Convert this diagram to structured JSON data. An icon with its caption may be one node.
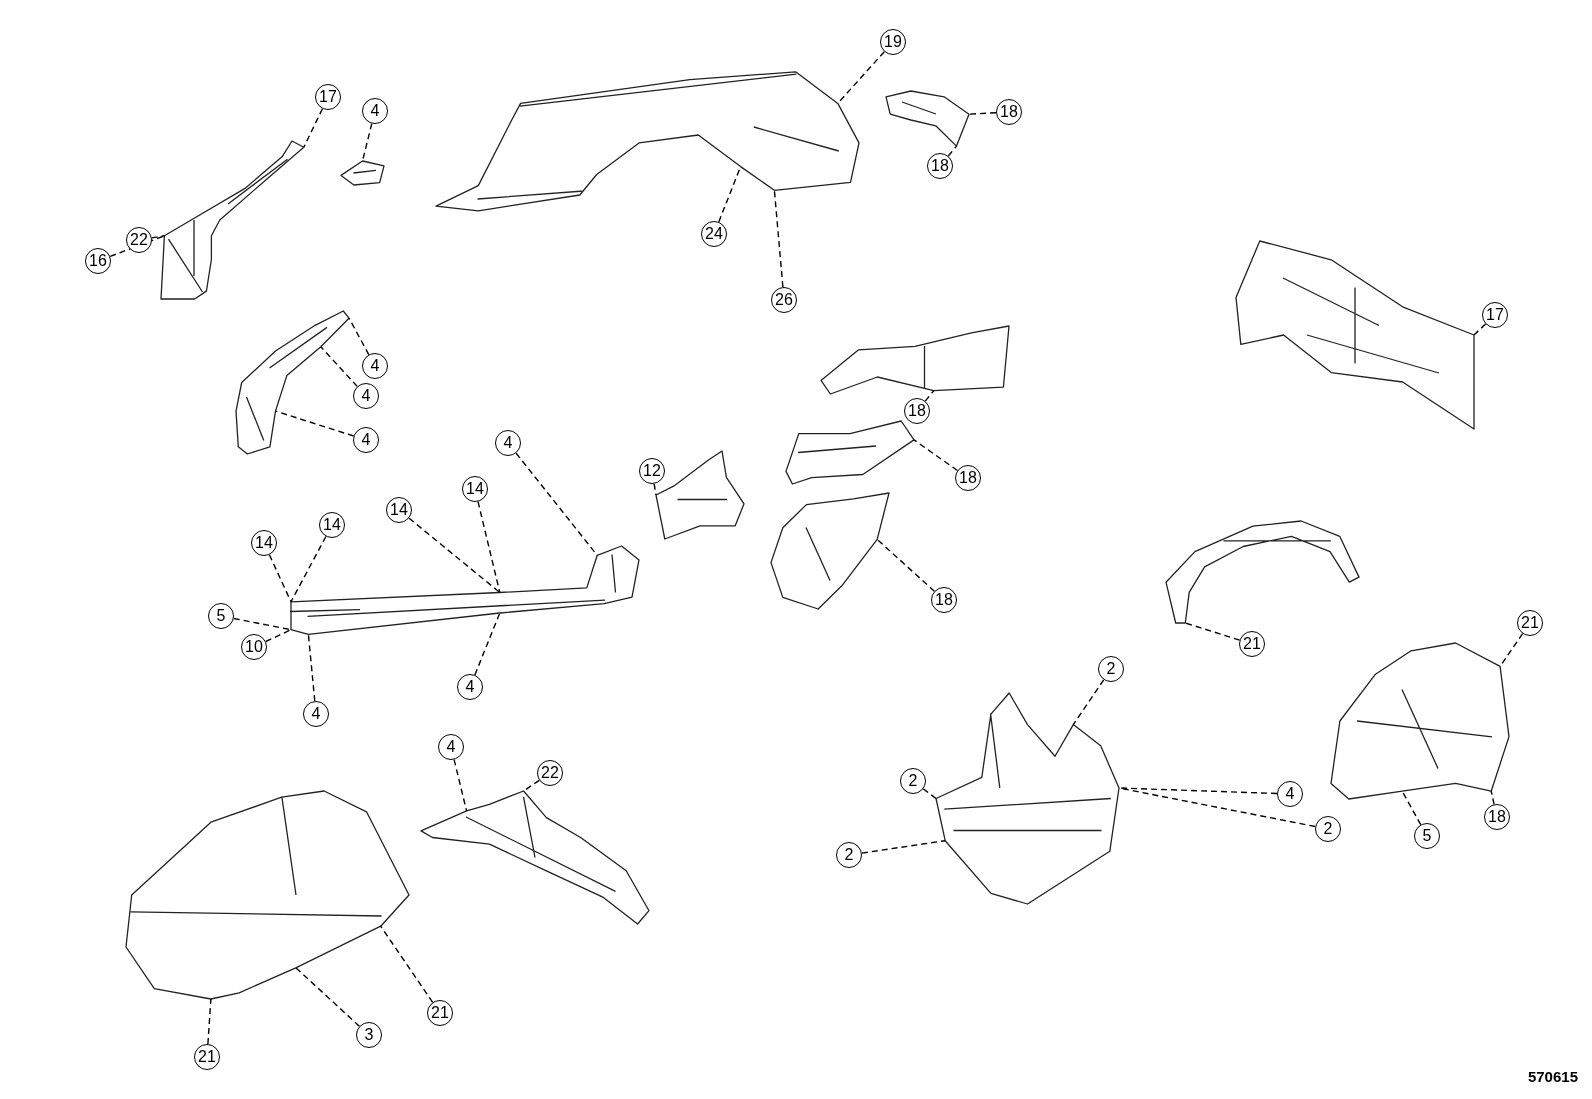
{
  "diagram": {
    "nodes": [
      {
        "text": [],
        "shape": "picture"
      },
      {
        "text": [],
        "shape": "picture"
      },
      {
        "text": [],
        "shape": "picture"
      },
      {
        "text": [],
        "shape": "picture"
      },
      {
        "text": [],
        "shape": "picture"
      },
      {
        "text": [],
        "shape": "picture"
      },
      {
        "text": [],
        "shape": "picture"
      },
      {
        "text": [],
        "shape": "picture"
      },
      {
        "text": [],
        "shape": "picture"
      },
      {
        "text": [],
        "shape": "picture"
      },
      {
        "text": [],
        "shape": "picture"
      },
      {
        "text": [],
        "shape": "picture"
      },
      {
        "text": [],
        "shape": "picture"
      },
      {
        "text": [],
        "shape": "picture"
      },
      {
        "text": [],
        "shape": "picture"
      },
      {
        "text": [],
        "shape": "picture"
      },
      {
        "text": [
          "17"
        ]
      },
      {
        "text": [
          "4"
        ]
      },
      {
        "text": [
          "22"
        ]
      },
      {
        "text": [
          "16"
        ]
      },
      {
        "text": [
          "19"
        ]
      },
      {
        "text": [
          "18"
        ]
      },
      {
        "text": [
          "18"
        ]
      },
      {
        "text": [
          "24"
        ]
      },
      {
        "text": [
          "26"
        ]
      },
      {
        "text": [
          "17"
        ]
      },
      {
        "text": [
          "4"
        ]
      },
      {
        "text": [
          "4"
        ]
      },
      {
        "text": [
          "4"
        ]
      },
      {
        "text": [
          "18"
        ]
      },
      {
        "text": [
          "4"
        ]
      },
      {
        "text": [
          "12"
        ]
      },
      {
        "text": [
          "14"
        ]
      },
      {
        "text": [
          "18"
        ]
      },
      {
        "text": [
          "14"
        ]
      },
      {
        "text": [
          "14"
        ]
      },
      {
        "text": [
          "14"
        ]
      },
      {
        "text": [
          "18"
        ]
      },
      {
        "text": [
          "5"
        ]
      },
      {
        "text": [
          "10"
        ]
      },
      {
        "text": [
          "21"
        ]
      },
      {
        "text": [
          "21"
        ]
      },
      {
        "text": [
          "2"
        ]
      },
      {
        "text": [
          "4"
        ]
      },
      {
        "text": [
          "4"
        ]
      },
      {
        "text": [
          "4"
        ]
      },
      {
        "text": [
          "22"
        ]
      },
      {
        "text": [
          "2"
        ]
      },
      {
        "text": [
          "4"
        ]
      },
      {
        "text": [
          "18"
        ]
      },
      {
        "text": [
          "2"
        ]
      },
      {
        "text": [
          "2"
        ]
      },
      {
        "text": [
          "5"
        ]
      },
      {
        "text": [
          "21"
        ]
      },
      {
        "text": [
          "3"
        ]
      },
      {
        "text": [
          "21"
        ]
      }
    ],
    "edges": [
      {
        "from": 16,
        "to": 0,
        "arrow": "none",
        "style": "dashed"
      },
      {
        "from": 17,
        "to": 1,
        "arrow": "none",
        "style": "dashed"
      },
      {
        "from": 18,
        "to": 0,
        "arrow": "none",
        "style": "dashed"
      },
      {
        "from": 19,
        "to": 0,
        "arrow": "none",
        "style": "dashed"
      },
      {
        "from": 20,
        "to": 3,
        "arrow": "none",
        "style": "dashed"
      },
      {
        "from": 21,
        "to": 4,
        "arrow": "none",
        "style": "dashed"
      },
      {
        "from": 22,
        "to": 4,
        "arrow": "none",
        "style": "dashed"
      },
      {
        "from": 23,
        "to": 3,
        "arrow": "none",
        "style": "dashed"
      },
      {
        "from": 24,
        "to": 3,
        "arrow": "none",
        "style": "dashed"
      },
      {
        "from": 25,
        "to": 5,
        "arrow": "none",
        "style": "dashed"
      },
      {
        "from": 26,
        "to": 2,
        "arrow": "none",
        "style": "dashed"
      },
      {
        "from": 27,
        "to": 2,
        "arrow": "none",
        "style": "dashed"
      },
      {
        "from": 28,
        "to": 2,
        "arrow": "none",
        "style": "dashed"
      },
      {
        "from": 29,
        "to": 6,
        "arrow": "none",
        "style": "dashed"
      },
      {
        "from": 30,
        "to": 9,
        "arrow": "none",
        "style": "dashed"
      },
      {
        "from": 31,
        "to": 10,
        "arrow": "none",
        "style": "dashed"
      },
      {
        "from": 32,
        "to": 9,
        "arrow": "none",
        "style": "dashed"
      },
      {
        "from": 33,
        "to": 7,
        "arrow": "none",
        "style": "dashed"
      },
      {
        "from": 34,
        "to": 9,
        "arrow": "none",
        "style": "dashed"
      },
      {
        "from": 35,
        "to": 9,
        "arrow": "none",
        "style": "dashed"
      },
      {
        "from": 36,
        "to": 9,
        "arrow": "none",
        "style": "dashed"
      },
      {
        "from": 37,
        "to": 8,
        "arrow": "none",
        "style": "dashed"
      },
      {
        "from": 38,
        "to": 9,
        "arrow": "none",
        "style": "dashed"
      },
      {
        "from": 39,
        "to": 9,
        "arrow": "none",
        "style": "dashed"
      },
      {
        "from": 40,
        "to": 11,
        "arrow": "none",
        "style": "dashed"
      },
      {
        "from": 41,
        "to": 12,
        "arrow": "none",
        "style": "dashed"
      },
      {
        "from": 42,
        "to": 15,
        "arrow": "none",
        "style": "dashed"
      },
      {
        "from": 43,
        "to": 9,
        "arrow": "none",
        "style": "dashed"
      },
      {
        "from": 44,
        "to": 9,
        "arrow": "none",
        "style": "dashed"
      },
      {
        "from": 45,
        "to": 13,
        "arrow": "none",
        "style": "dashed"
      },
      {
        "from": 46,
        "to": 13,
        "arrow": "none",
        "style": "dashed"
      },
      {
        "from": 47,
        "to": 15,
        "arrow": "none",
        "style": "dashed"
      },
      {
        "from": 48,
        "to": 15,
        "arrow": "none",
        "style": "dashed"
      },
      {
        "from": 49,
        "to": 12,
        "arrow": "none",
        "style": "dashed"
      },
      {
        "from": 50,
        "to": 15,
        "arrow": "none",
        "style": "dashed"
      },
      {
        "from": 51,
        "to": 15,
        "arrow": "none",
        "style": "dashed"
      },
      {
        "from": 52,
        "to": 12,
        "arrow": "none",
        "style": "dashed"
      },
      {
        "from": 53,
        "to": 14,
        "arrow": "none",
        "style": "dashed"
      },
      {
        "from": 54,
        "to": 14,
        "arrow": "none",
        "style": "dashed"
      },
      {
        "from": 55,
        "to": 14,
        "arrow": "none",
        "style": "dashed"
      }
    ],
    "labels": [
      "570615"
    ]
  }
}
